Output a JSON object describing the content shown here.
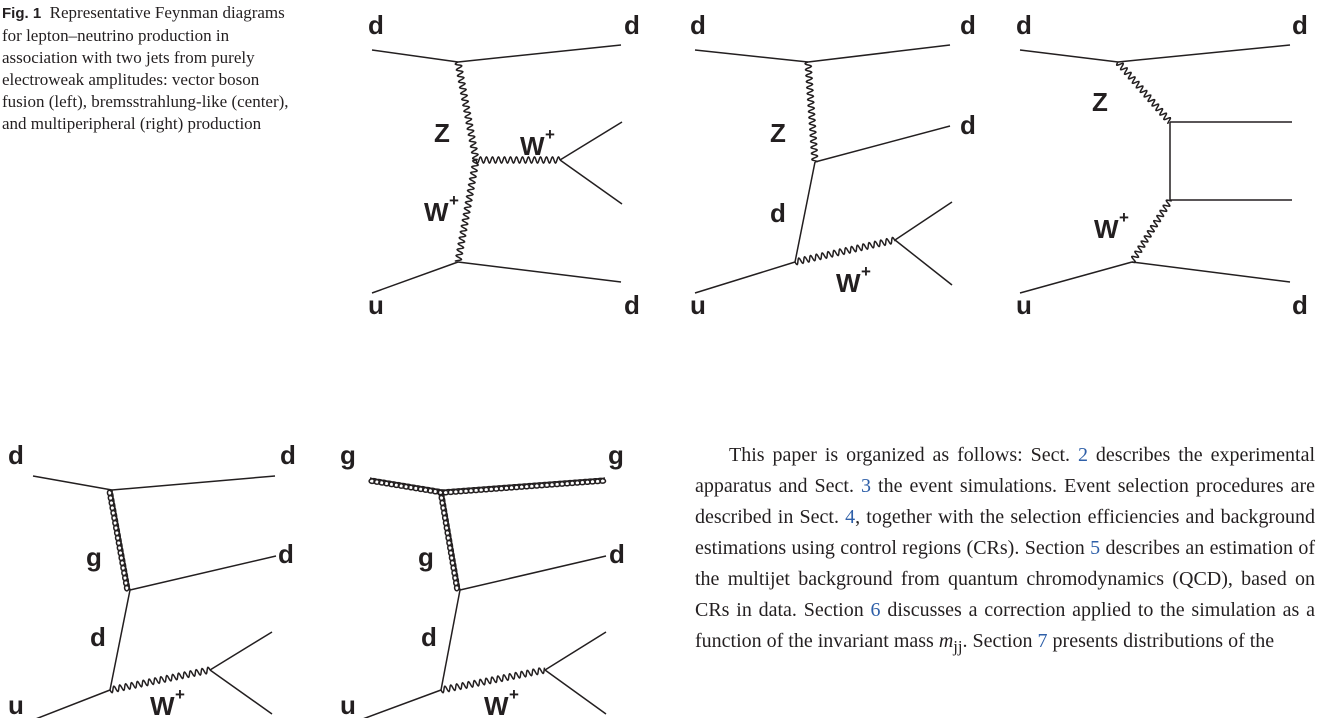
{
  "caption": {
    "label": "Fig. 1",
    "text": "Representative Feynman diagrams for lepton–neutrino production in association with two jets from purely electroweak amplitudes: vector boson fusion (left), bremsstrahlung-like (center), and multiperipheral (right) production"
  },
  "diagrams": [
    {
      "id": "vbf",
      "labels": [
        "d",
        "d",
        "u",
        "d",
        "Z",
        "W",
        "W"
      ]
    },
    {
      "id": "brems",
      "labels": [
        "d",
        "d",
        "u",
        "Z",
        "d",
        "d",
        "W"
      ]
    },
    {
      "id": "multiperipheral",
      "labels": [
        "d",
        "d",
        "u",
        "d",
        "Z",
        "W"
      ]
    },
    {
      "id": "qcd-qq",
      "labels": [
        "d",
        "d",
        "u",
        "g",
        "d",
        "d",
        "W"
      ]
    },
    {
      "id": "qcd-gg",
      "labels": [
        "g",
        "g",
        "u",
        "g",
        "d",
        "d",
        "W"
      ]
    }
  ],
  "superscript": "+",
  "body": {
    "s1": "This paper is organized as follows: Sect.",
    "r1": "2",
    "s2": "describes the experimental apparatus and Sect.",
    "r2": "3",
    "s3": "the event simulations. Event selection procedures are described in Sect.",
    "r3": "4",
    "s4": ", together with the selection efficiencies and background estimations using control regions (CRs). Section",
    "r4": "5",
    "s5": "describes an estimation of the multijet background from quantum chromodynamics (QCD), based on CRs in data. Section",
    "r5": "6",
    "s6": "discusses a correction applied to the simulation as a function of the invariant mass",
    "var": "m",
    "sub": "jj",
    "s7": ". Section",
    "r7": "7",
    "s8": "presents distributions of the"
  }
}
